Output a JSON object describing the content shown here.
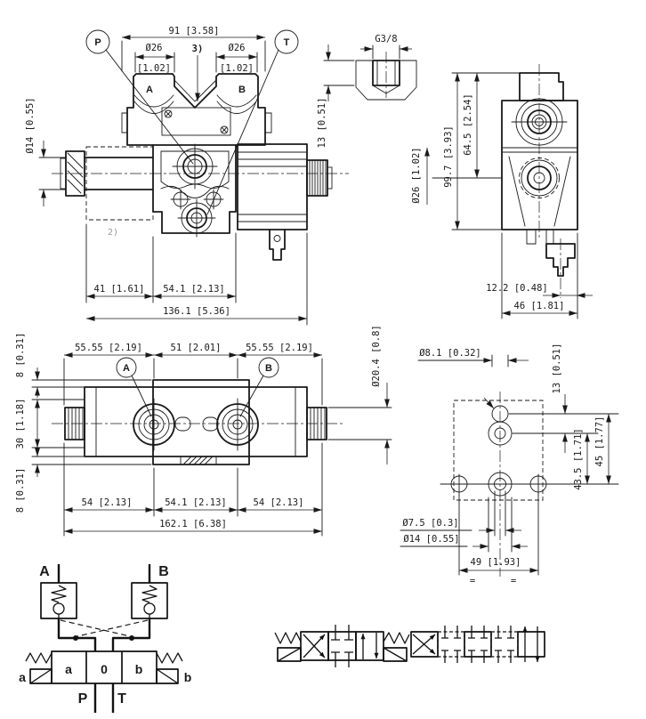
{
  "front_view": {
    "dim_overall_width": "91 [3.58]",
    "dim_port_dia": "Ø26",
    "dim_port_dia_inch": "[1.02]",
    "note_3": "3)",
    "note_2": "2)",
    "balloon_p": "P",
    "balloon_t": "T",
    "label_port_a": "A",
    "label_port_b": "B",
    "dim_rod_dia": "Ø14 [0.55]",
    "dim_left": "41 [1.61]",
    "dim_body": "54.1 [2.13]",
    "dim_total": "136.1 [5.36]"
  },
  "port_detail": {
    "thread": "G3/8",
    "dim_depth": "13 [0.51]"
  },
  "side_view": {
    "dim_total_height": "99.7 [3.93]",
    "dim_upper_height": "64.5 [2.54]",
    "dim_cartridge_dia": "Ø26 [1.02]",
    "dim_connector": "12.2 [0.48]",
    "dim_width": "46 [1.81]"
  },
  "top_view": {
    "dim_side_span": "55.55 [2.19]",
    "dim_center_span": "51 [2.01]",
    "balloon_a": "A",
    "balloon_b": "B",
    "dim_edge_offset": "8 [0.31]",
    "dim_height": "30 [1.18]",
    "dim_nut_dia": "Ø20.4 [0.8]",
    "dim_bottom_side": "54 [2.13]",
    "dim_bottom_center": "54.1 [2.13]",
    "dim_total_length": "162.1 [6.38]"
  },
  "mounting_view": {
    "dim_top_hole": "Ø8.1 [0.32]",
    "dim_spacing_13": "13 [0.51]",
    "dim_spacing_43": "43.5 [1.71]",
    "dim_spacing_45": "45 [1.77]",
    "dim_small_hole": "Ø7.5 [0.3]",
    "dim_large_hole": "Ø14 [0.55]",
    "dim_hole_span": "49 [1.93]",
    "symmetry_mark": "="
  },
  "schematic": {
    "label_a_port": "A",
    "label_b_port": "B",
    "label_sol_a": "a",
    "label_sol_b": "b",
    "label_pos_a": "a",
    "label_pos_0": "0",
    "label_pos_b": "b",
    "label_p": "P",
    "label_t": "T"
  }
}
